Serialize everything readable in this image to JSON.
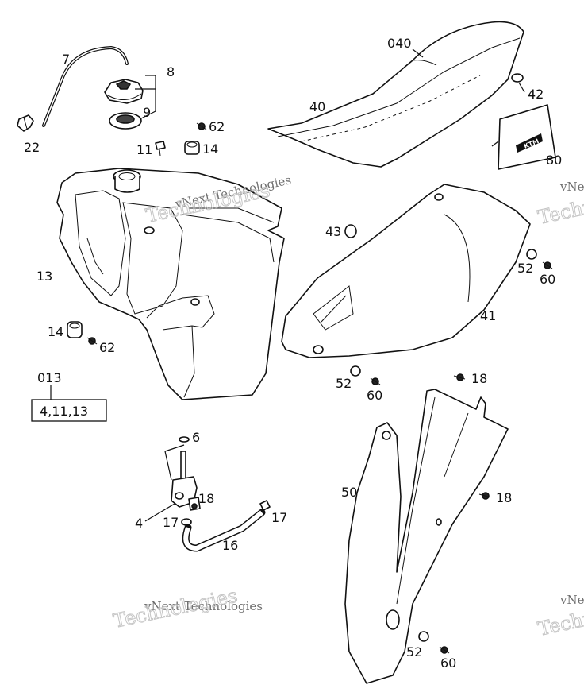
{
  "labels": {
    "l7": "7",
    "l8": "8",
    "l9": "9",
    "l22": "22",
    "l62a": "62",
    "l11": "11",
    "l14a": "14",
    "l13": "13",
    "l14b": "14",
    "l62b": "62",
    "l013": "013",
    "l4_11_13": "4,11,13",
    "l040": "040",
    "l42": "42",
    "l40": "40",
    "l80": "80",
    "l43": "43",
    "l52a": "52",
    "l60a": "60",
    "l41": "41",
    "l52b": "52",
    "l60b": "60",
    "l18a": "18",
    "l50": "50",
    "l18b": "18",
    "l52c": "52",
    "l60c": "60",
    "l6": "6",
    "l4": "4",
    "l18c": "18",
    "l17a": "17",
    "l17b": "17",
    "l16": "16"
  },
  "logo_text": "KTM",
  "watermark": {
    "line1": "vNext Technologies",
    "line2": "Technologies",
    "line3": "vNext"
  }
}
